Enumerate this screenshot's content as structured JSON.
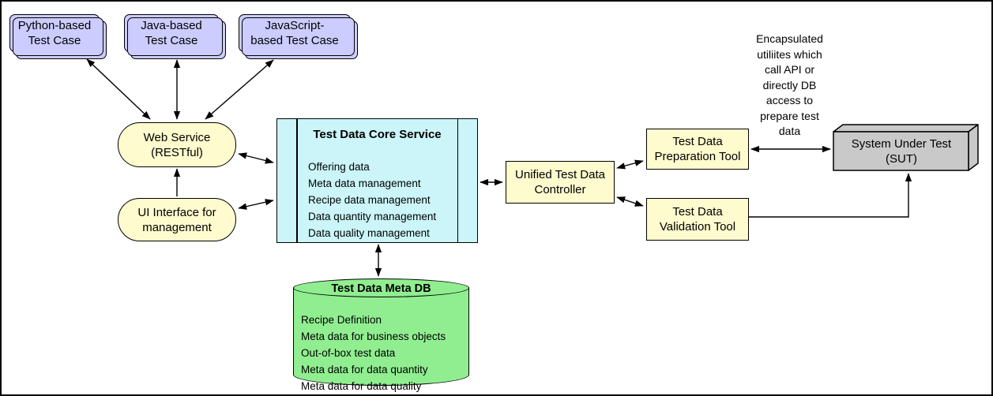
{
  "diagram": {
    "test_cases": [
      {
        "lines": [
          "Python-based",
          "Test Case"
        ]
      },
      {
        "lines": [
          "Java-based",
          "Test Case"
        ]
      },
      {
        "lines": [
          "JavaScript-",
          "based Test Case"
        ]
      }
    ],
    "web_service": {
      "lines": [
        "Web Service",
        "(RESTful)"
      ]
    },
    "ui_interface": {
      "lines": [
        "UI Interface for",
        "management"
      ]
    },
    "core_service": {
      "title": "Test Data Core Service",
      "items": [
        "Offering data",
        "Meta data management",
        "Recipe data management",
        "Data quantity management",
        "Data quality management"
      ]
    },
    "meta_db": {
      "title": "Test Data Meta DB",
      "items": [
        "Recipe Definition",
        "Meta data for business objects",
        "Out-of-box test data",
        "Meta data for data quantity",
        "Meta data for data quality"
      ]
    },
    "controller": {
      "lines": [
        "Unified Test Data",
        "Controller"
      ]
    },
    "preparation_tool": {
      "lines": [
        "Test Data",
        "Preparation Tool"
      ]
    },
    "validation_tool": {
      "lines": [
        "Test Data",
        "Validation Tool"
      ]
    },
    "sut": {
      "lines": [
        "System Under Test",
        "(SUT)"
      ]
    },
    "annotation": {
      "lines": [
        "Encapsulated",
        "utiliites which",
        "call API or",
        "directly DB",
        "access to",
        "prepare test",
        "data"
      ]
    },
    "colors": {
      "test_case_fill": "#CCCCFF",
      "service_fill": "#FEFBCE",
      "core_fill": "#CBF5F8",
      "db_fill": "#90EE90",
      "sut_fill": "#C9C9C9",
      "line": "#000000",
      "background": "#FFFFFF"
    }
  }
}
